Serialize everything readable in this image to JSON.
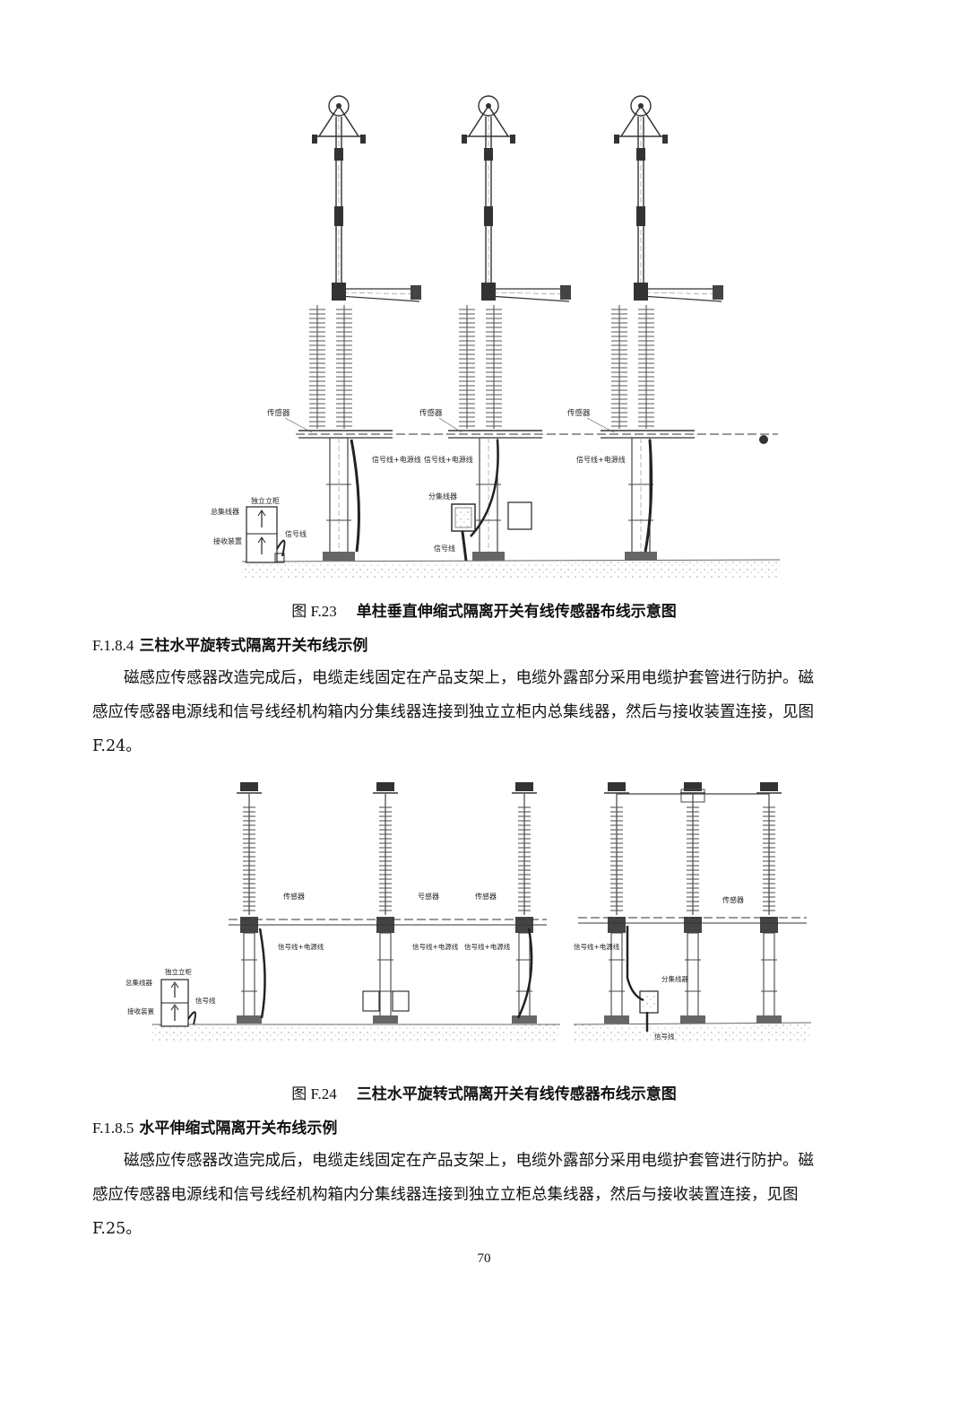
{
  "figure1": {
    "caption_number": "图 F.23",
    "caption_title": "单柱垂直伸缩式隔离开关有线传感器布线示意图",
    "labels": {
      "sensor": "传感器",
      "signal_power": "信号线+电源线",
      "splitter": "分集线器",
      "signal": "信号线",
      "cabinet": "独立立柜",
      "hub": "总集线器",
      "receiver": "接收装置"
    }
  },
  "section1": {
    "number": "F.1.8.4",
    "title": "三柱水平旋转式隔离开关布线示例",
    "lines": [
      "磁感应传感器改造完成后，电缆走线固定在产品支架上，电缆外露部分采用电缆护套管进行防护。磁",
      "感应传感器电源线和信号线经机构箱内分集线器连接到独立立柜内总集线器，然后与接收装置连接，见图",
      "F.24。"
    ]
  },
  "figure2": {
    "caption_number": "图 F.24",
    "caption_title": "三柱水平旋转式隔离开关有线传感器布线示意图",
    "labels": {
      "sensor": "传感器",
      "sensor_alt": "号感器",
      "signal_power": "信号线+电源线",
      "splitter": "分集线器",
      "signal": "信号线",
      "cabinet": "独立立柜",
      "hub": "总集线器",
      "receiver": "接收装置"
    }
  },
  "section2": {
    "number": "F.1.8.5",
    "title": "水平伸缩式隔离开关布线示例",
    "lines": [
      "磁感应传感器改造完成后，电缆走线固定在产品支架上，电缆外露部分采用电缆护套管进行防护。磁",
      "感应传感器电源线和信号线经机构箱内分集线器连接到独立立柜总集线器，然后与接收装置连接，见图",
      "F.25。"
    ]
  },
  "page_number": "70"
}
